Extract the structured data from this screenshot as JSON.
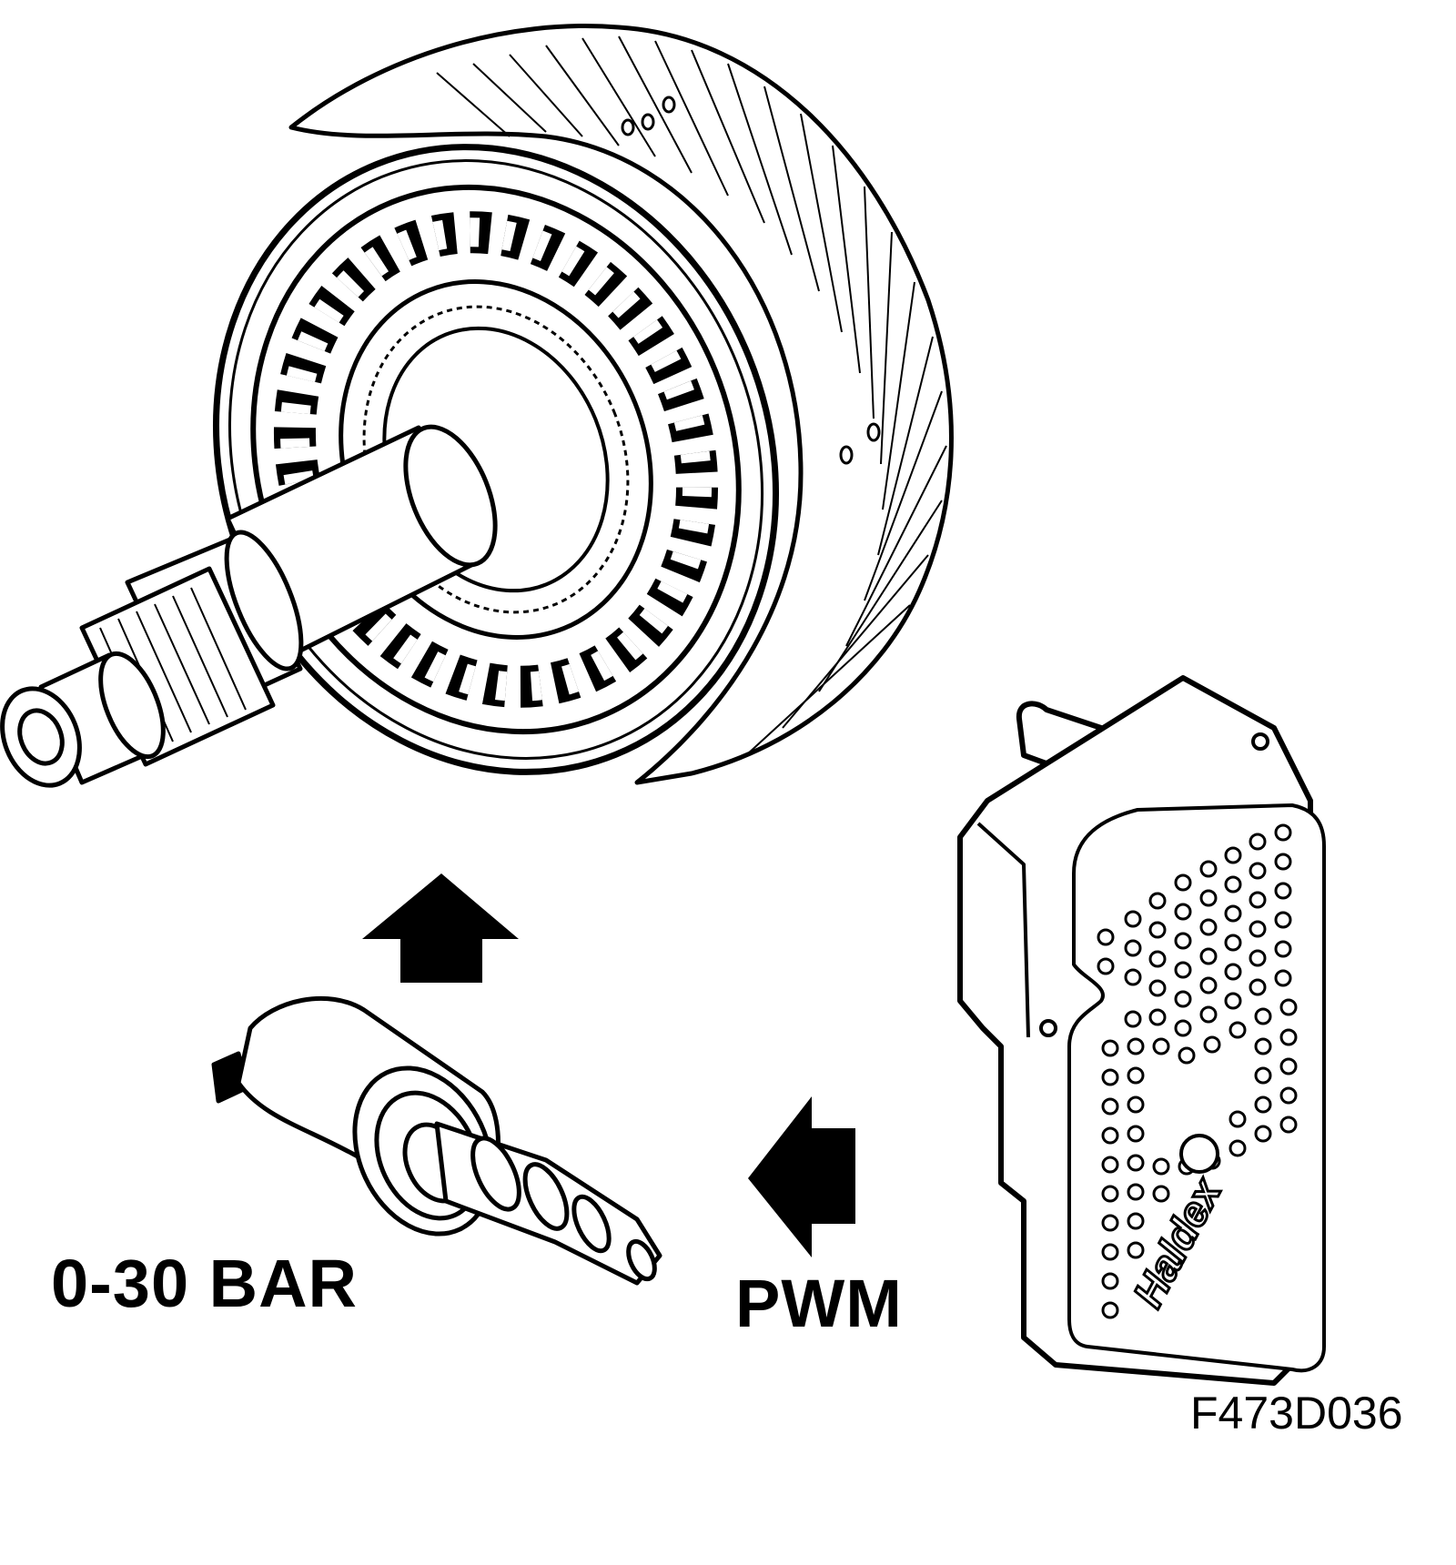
{
  "labels": {
    "pressure": "0-30 BAR",
    "signal": "PWM",
    "figure_id": "F473D036",
    "logo": "Haldex"
  },
  "colors": {
    "line": "#000000",
    "fill": "#ffffff",
    "arrow": "#000000"
  },
  "parts": [
    "clutch-pack-with-shaft",
    "control-valve",
    "control-unit"
  ]
}
